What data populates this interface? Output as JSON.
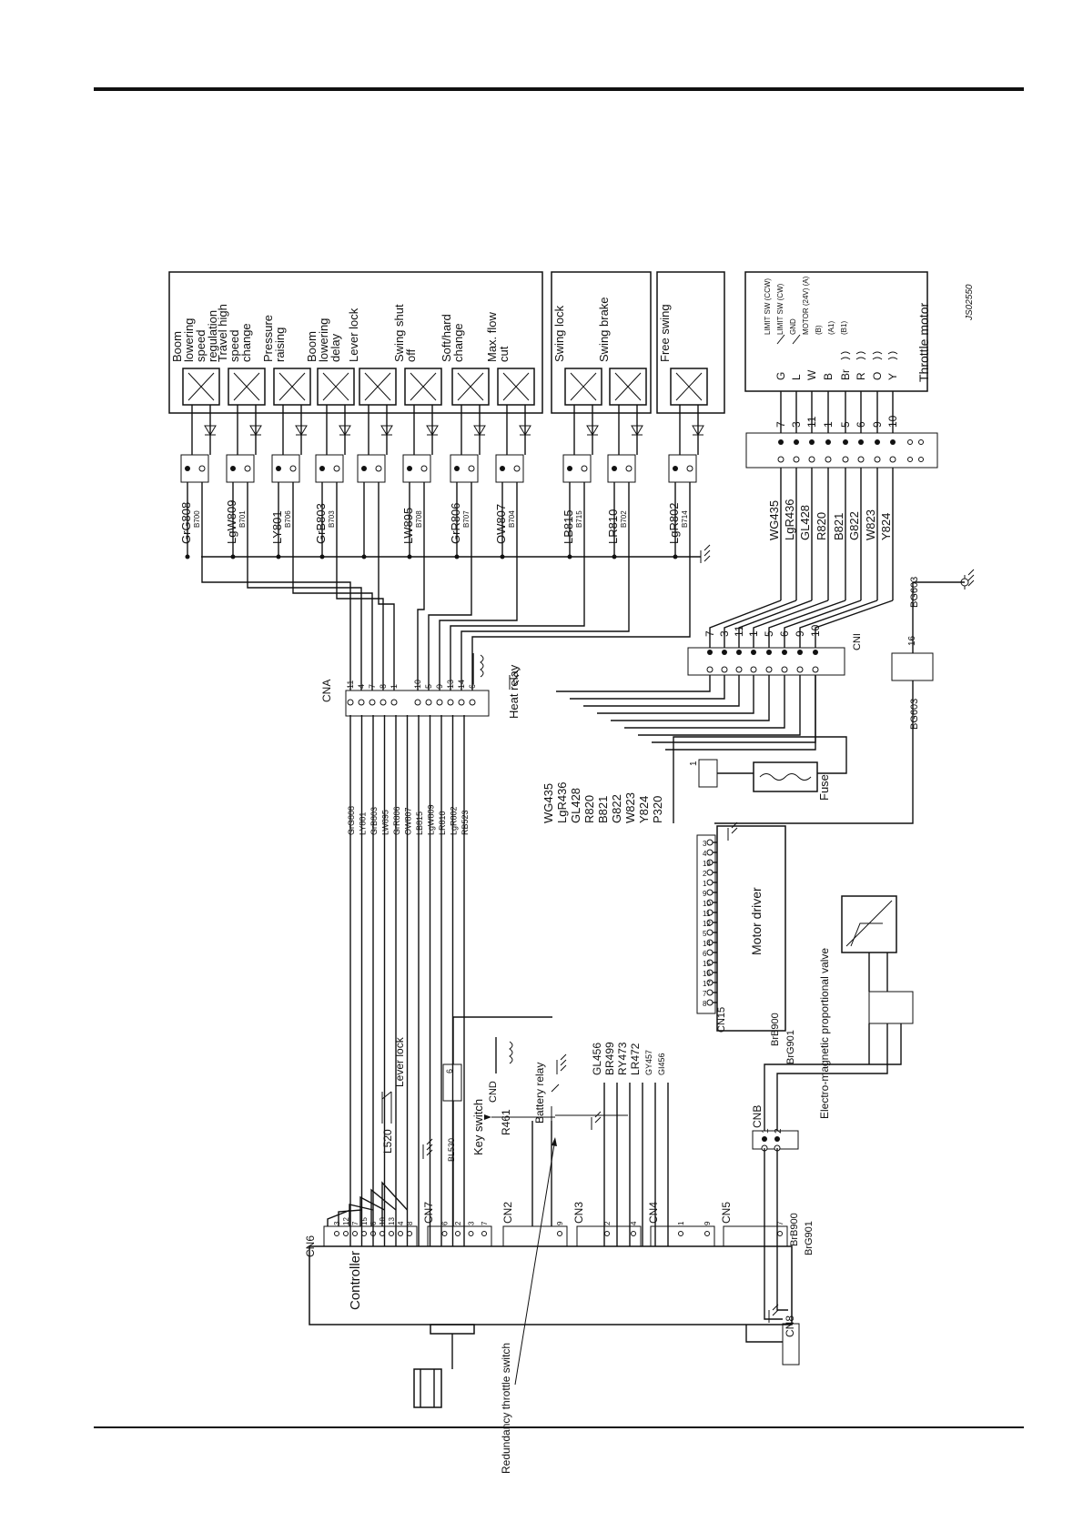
{
  "diagram": {
    "figure_code": "JS02550",
    "controller": "Controller",
    "motor_driver": "Motor driver",
    "heat_relay": "Heat relay",
    "battery_relay": "Battery relay",
    "key_switch": "Key switch",
    "lever_lock": "Lever lock",
    "fuse": "Fuse",
    "throttle_motor": "Throttle motor",
    "redundancy_switch": "Redundancy throttle switch",
    "em_valve": "Electro-magnetic proportional valve",
    "connectors": {
      "cn6": "CN6",
      "cn7": "CN7",
      "cn2": "CN2",
      "cn3": "CN3",
      "cn4": "CN4",
      "cn5": "CN5",
      "cn8": "CN8",
      "cnb": "CNB",
      "cnd": "CND",
      "cna": "CNA",
      "cni": "CNI",
      "cn15": "CN15"
    },
    "solenoids": [
      {
        "label": "Boom lowering speed regulation",
        "wire": "GrG808",
        "diode": "B700"
      },
      {
        "label": "Travel high speed change",
        "wire": "LgW809",
        "diode": "B701"
      },
      {
        "label": "Pressure raising",
        "wire": "LY801",
        "diode": "B706"
      },
      {
        "label": "Boom lowering delay",
        "wire": "GrB803",
        "diode": "B703"
      },
      {
        "label": "Lever lock",
        "wire": "",
        "diode": ""
      },
      {
        "label": "Swing shut off",
        "wire": "LW895",
        "diode": "B708"
      },
      {
        "label": "Soft/hard change",
        "wire": "GrR806",
        "diode": "B707"
      },
      {
        "label": "Max. flow cut",
        "wire": "OW807",
        "diode": "B704"
      },
      {
        "label": "Swing lock",
        "wire": "LB815",
        "diode": "B715"
      },
      {
        "label": "Swing brake",
        "wire": "LR810",
        "diode": "B702"
      },
      {
        "label": "Free swing",
        "wire": "LgR802",
        "diode": "B714"
      }
    ],
    "cna_pins": [
      "11",
      "4",
      "7",
      "8",
      "1",
      "10",
      "5",
      "9",
      "13",
      "14",
      "6"
    ],
    "cna_wires": [
      "GrG808",
      "LY801",
      "GrB803",
      "LW895",
      "GrR806",
      "OW807",
      "LB815",
      "LgW809",
      "LR810",
      "LgR802",
      "RB523"
    ],
    "motor_wires": [
      "WG435",
      "LgR436",
      "GL428",
      "R820",
      "B821",
      "G822",
      "W823",
      "Y824"
    ],
    "driver_wires": [
      "WG435",
      "LgR436",
      "GL428",
      "R820",
      "B821",
      "G822",
      "W823",
      "Y824",
      "P320"
    ],
    "cni_pins": [
      "7",
      "3",
      "11",
      "1",
      "5",
      "6",
      "9",
      "10"
    ],
    "motor_conn_pins": [
      "7",
      "3",
      "11",
      "1",
      "5",
      "6",
      "9",
      "10"
    ],
    "motor_letters": [
      "G",
      "L",
      "W",
      "B",
      "Br",
      "R",
      "O",
      "Y"
    ],
    "motor_terms": [
      "LIMIT SW (CCW)",
      "LIMIT SW (CW)",
      "GND",
      "MOTOR (24V) (A)",
      "(B)",
      "(A1)",
      "(B1)"
    ],
    "cn15_pins": [
      "8",
      "7",
      "17",
      "16",
      "15",
      "6",
      "14",
      "5",
      "12",
      "11",
      "10",
      "9",
      "1",
      "2",
      "13",
      "4",
      "3"
    ],
    "left_wires": [
      "GL456",
      "BR499",
      "RY473",
      "LR472",
      "GY457",
      "GI456"
    ],
    "misc_wires": {
      "l520": "L520",
      "bl530": "BL530",
      "r461": "R461",
      "brb900": "BrB900",
      "brg901": "BrG901",
      "bg603": "BG603"
    },
    "fuse_pin": "1",
    "bg_pin": "16",
    "cn6_pins": [
      "8",
      "4",
      "13",
      "10",
      "6",
      "15",
      "7",
      "12",
      "3"
    ],
    "cn7_pins": [
      "7",
      "3",
      "2",
      "6"
    ],
    "cn2_pins": [
      "9"
    ],
    "cn3_pins": [
      "4",
      "2"
    ],
    "cn4_pins": [
      "9",
      "1"
    ],
    "cn5_pins": [
      "7"
    ],
    "cnb_pins": [
      "1",
      "2"
    ],
    "cnd_pin": "6"
  }
}
